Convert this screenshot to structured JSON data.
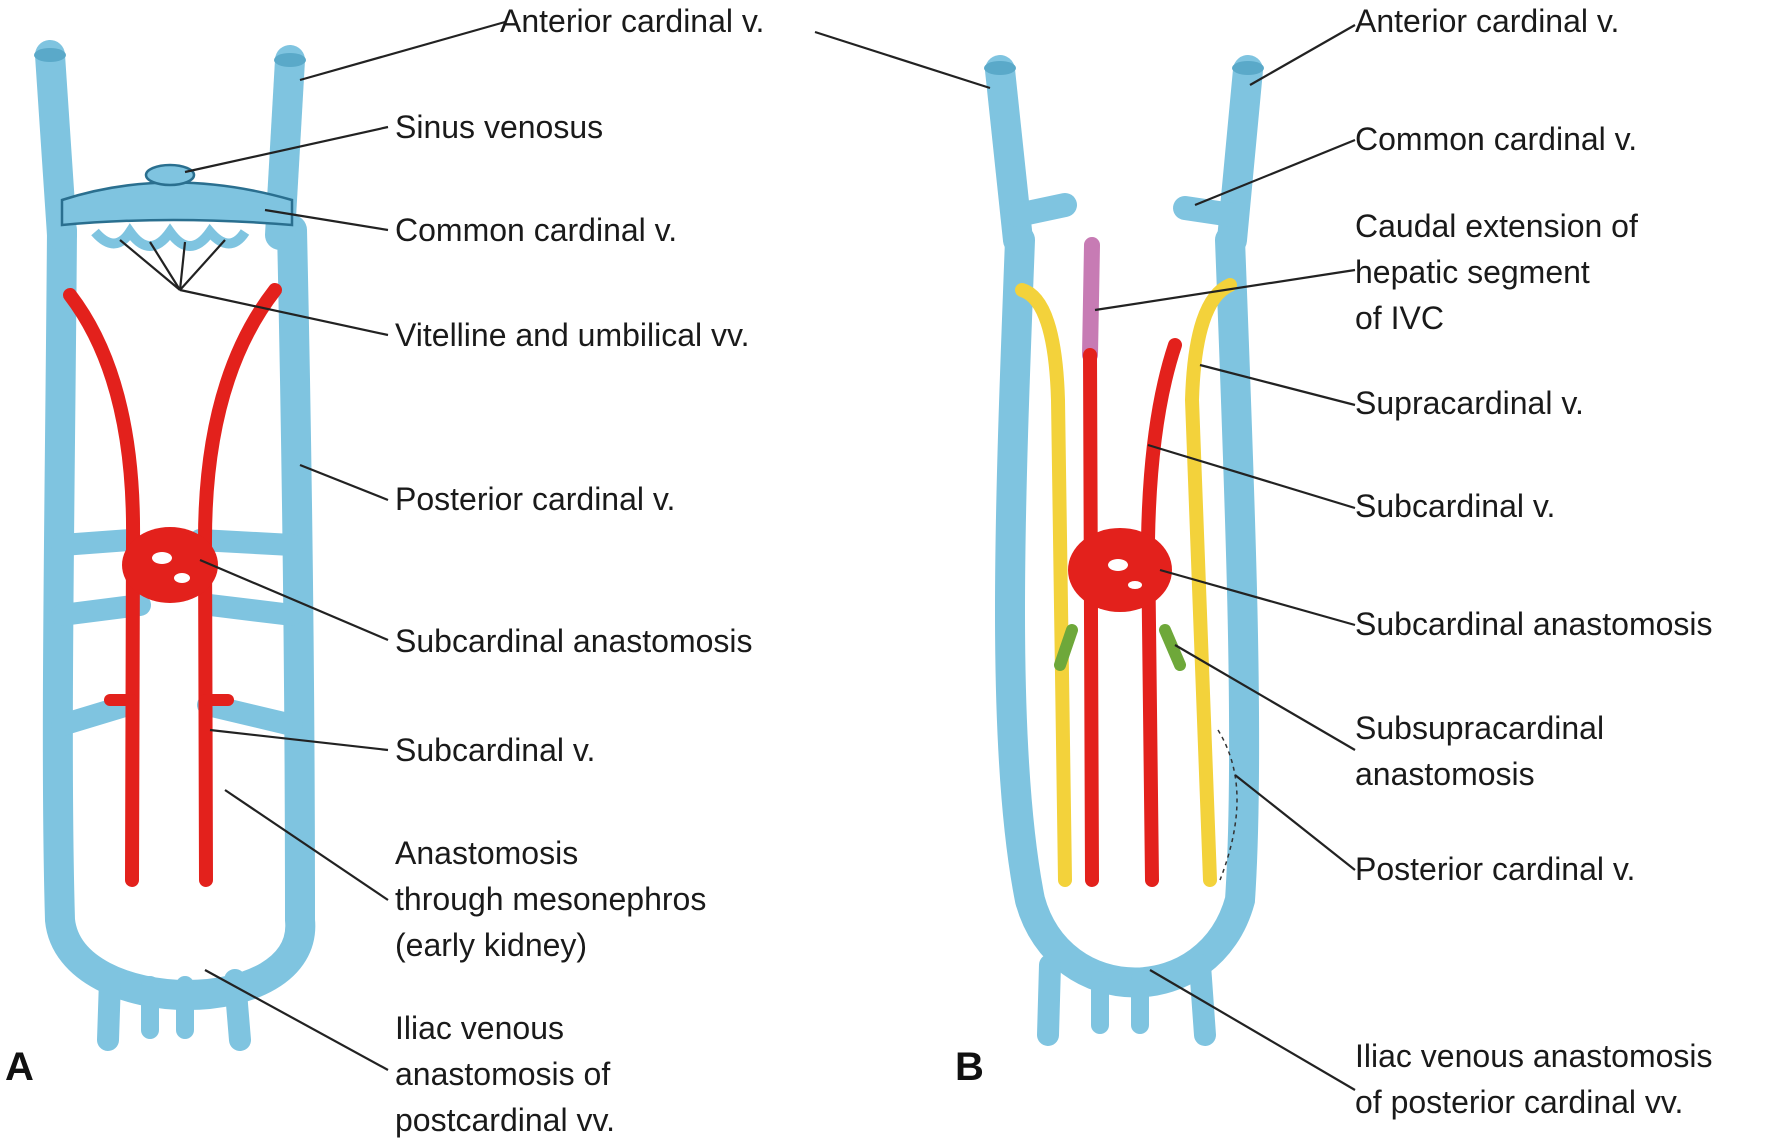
{
  "panels": [
    {
      "letter": "A",
      "labels": {
        "anterior_cardinal": "Anterior cardinal v.",
        "sinus_venosus": "Sinus venosus",
        "common_cardinal": "Common cardinal v.",
        "vitelline_umbilical": "Vitelline and umbilical vv.",
        "posterior_cardinal": "Posterior cardinal v.",
        "subcardinal_anastomosis": "Subcardinal anastomosis",
        "subcardinal": "Subcardinal v.",
        "mesonephros_anastomosis": "Anastomosis\nthrough mesonephros\n(early kidney)",
        "iliac_anastomosis": "Iliac venous\nanastomosis of\npostcardinal vv."
      }
    },
    {
      "letter": "B",
      "labels": {
        "anterior_cardinal": "Anterior cardinal v.",
        "common_cardinal": "Common cardinal v.",
        "caudal_extension_ivc": "Caudal extension of\nhepatic segment\nof IVC",
        "supracardinal": "Supracardinal v.",
        "subcardinal": "Subcardinal v.",
        "subcardinal_anastomosis": "Subcardinal anastomosis",
        "subsupracardinal_anastomosis": "Subsupracardinal\nanastomosis",
        "posterior_cardinal": "Posterior cardinal v.",
        "iliac_anastomosis": "Iliac venous anastomosis\nof posterior cardinal vv."
      }
    }
  ],
  "colors": {
    "cardinal_blue": "#7fc4e0",
    "subcardinal_red": "#e3211c",
    "supracardinal_yellow": "#f3d23b",
    "hepatic_ivc_purple": "#c77bb4",
    "subsupracardinal_green": "#6ea83a"
  }
}
